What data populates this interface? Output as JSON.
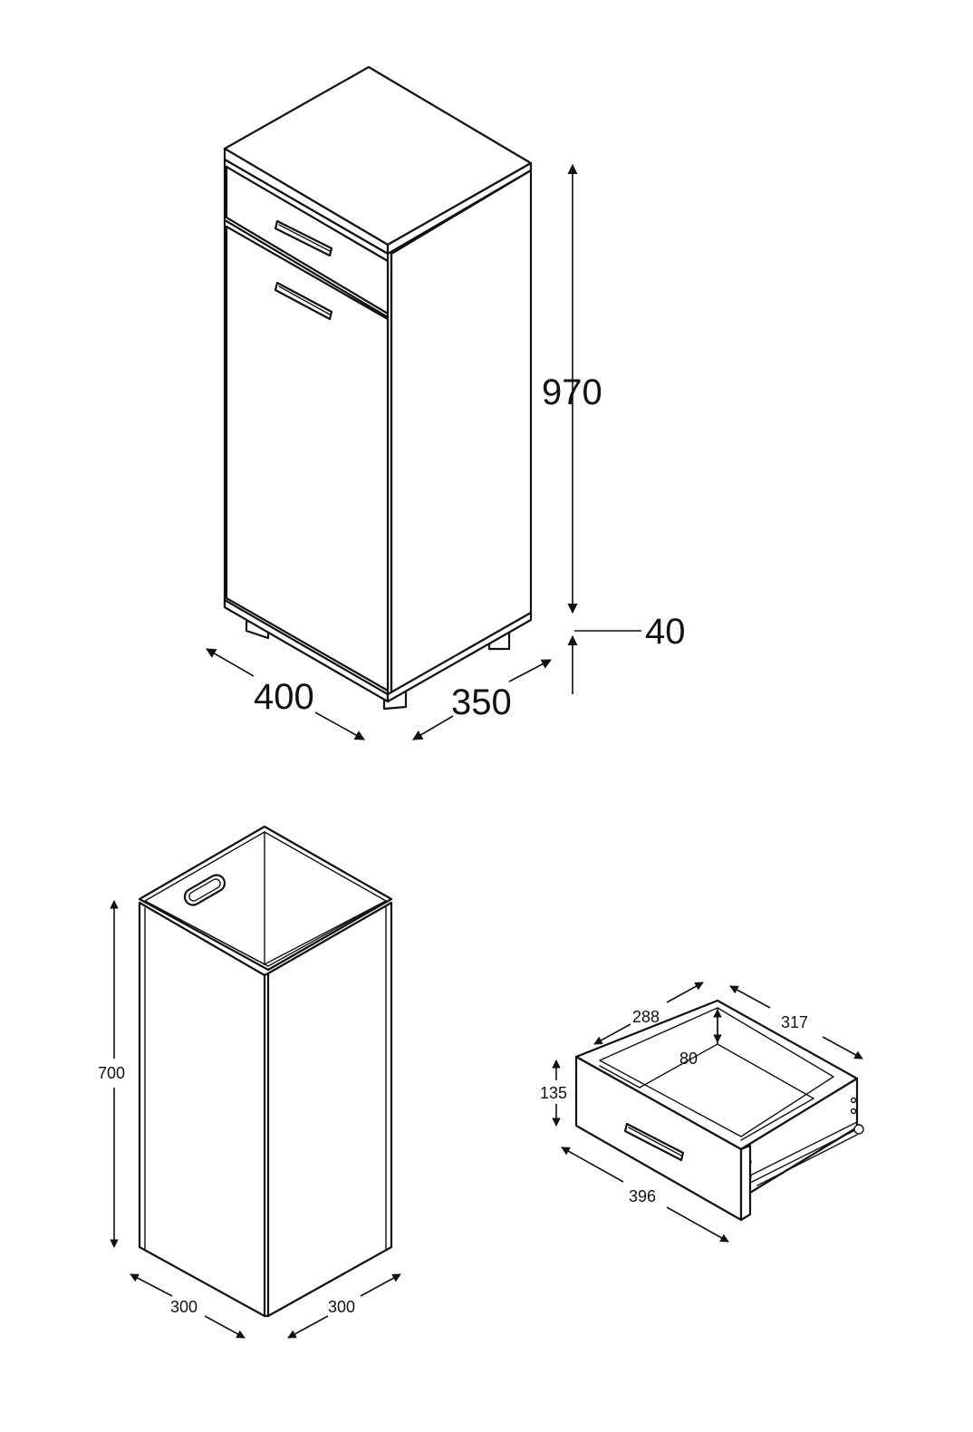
{
  "cabinet": {
    "height_label": "970",
    "plinth_label": "40",
    "width_label": "400",
    "depth_label": "350"
  },
  "basket": {
    "height_label": "700",
    "width_label": "300",
    "depth_label": "300"
  },
  "drawer": {
    "inner_width_label": "288",
    "inner_depth_label": "317",
    "inner_height_label": "80",
    "front_height_label": "135",
    "front_width_label": "396"
  },
  "colors": {
    "line": "#111111",
    "background": "#ffffff"
  }
}
